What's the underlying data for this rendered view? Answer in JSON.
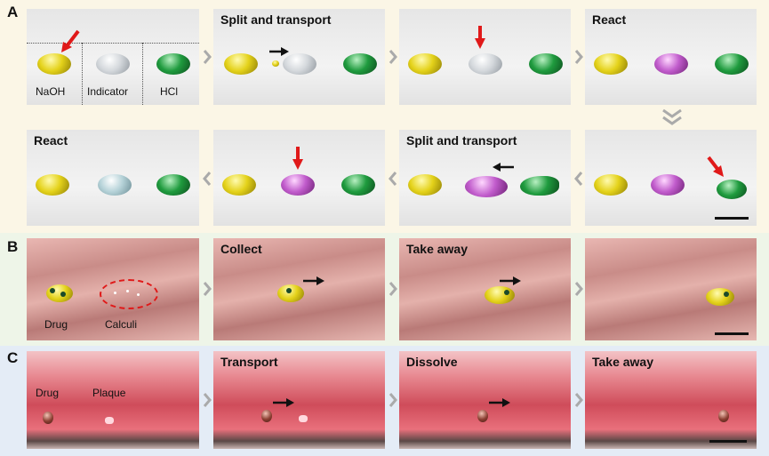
{
  "rows": {
    "A": {
      "label": "A"
    },
    "B": {
      "label": "B"
    },
    "C": {
      "label": "C"
    }
  },
  "titles": {
    "split_and_transport": "Split and transport",
    "react": "React",
    "collect": "Collect",
    "take_away": "Take away",
    "transport": "Transport",
    "dissolve": "Dissolve"
  },
  "labels": {
    "naoh": "NaOH",
    "indicator": "Indicator",
    "hcl": "HCl",
    "drug": "Drug",
    "calculi": "Calculi",
    "plaque": "Plaque"
  },
  "colors": {
    "naoh_droplet": "#e4d21a",
    "indicator_droplet": "#d4d8dc",
    "hcl_droplet": "#1f9b3e",
    "indicator_basic": "#c15ccc",
    "arrow_red": "#e01919",
    "arrow_black": "#111111"
  }
}
